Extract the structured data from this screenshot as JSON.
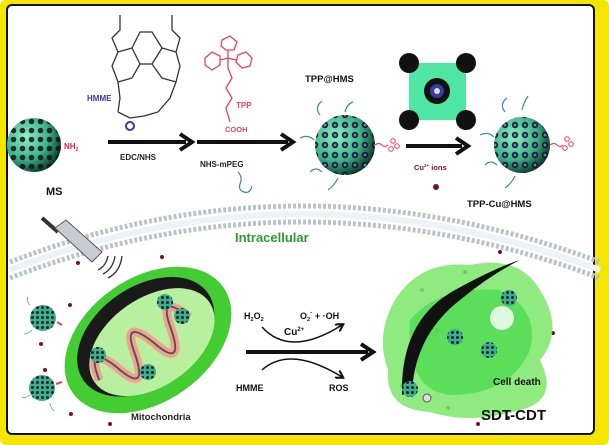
{
  "top": {
    "ms_label": "MS",
    "nh2_label": "NH",
    "nh2_sub": "2",
    "hmme_label": "HMME",
    "step1_label": "EDC/NHS",
    "tpp_label": "TPP",
    "cooh_label": "COOH",
    "step2_label": "NHS-mPEG",
    "tpp_hms_label": "TPP@HMS",
    "cu_ions_label": "Cu",
    "cu_ions_sup": "2+",
    "cu_ions_suffix": " ions",
    "tpp_cu_hms_label": "TPP-Cu@HMS"
  },
  "bottom": {
    "intracellular_label": "Intracellular",
    "mitochondria_label": "Mitochondria",
    "h2o2": "H",
    "h2o2_sub": "2",
    "h2o2_o": "O",
    "h2o2_sub2": "2",
    "o2_label": "O",
    "o2_sub": "2",
    "o2_sup": "·",
    "plus_oh": " + ·OH",
    "cu_label": "Cu",
    "cu_sup": "2+",
    "hmme_label": "HMME",
    "ros_label": "ROS",
    "cell_death_label": "Cell death",
    "therapy_label": "SDT-CDT"
  },
  "colors": {
    "frame": "#f5e600",
    "sphere": "#3bb08a",
    "tpp_red": "#f0405a",
    "hmme_blue": "#3a3aa0",
    "intracellular_green": "#2e9a2e",
    "cell_green": "#7be86a",
    "mito_green": "#44cc33",
    "crista_pink": "#f2a090",
    "cu_dot": "#7a1020"
  }
}
